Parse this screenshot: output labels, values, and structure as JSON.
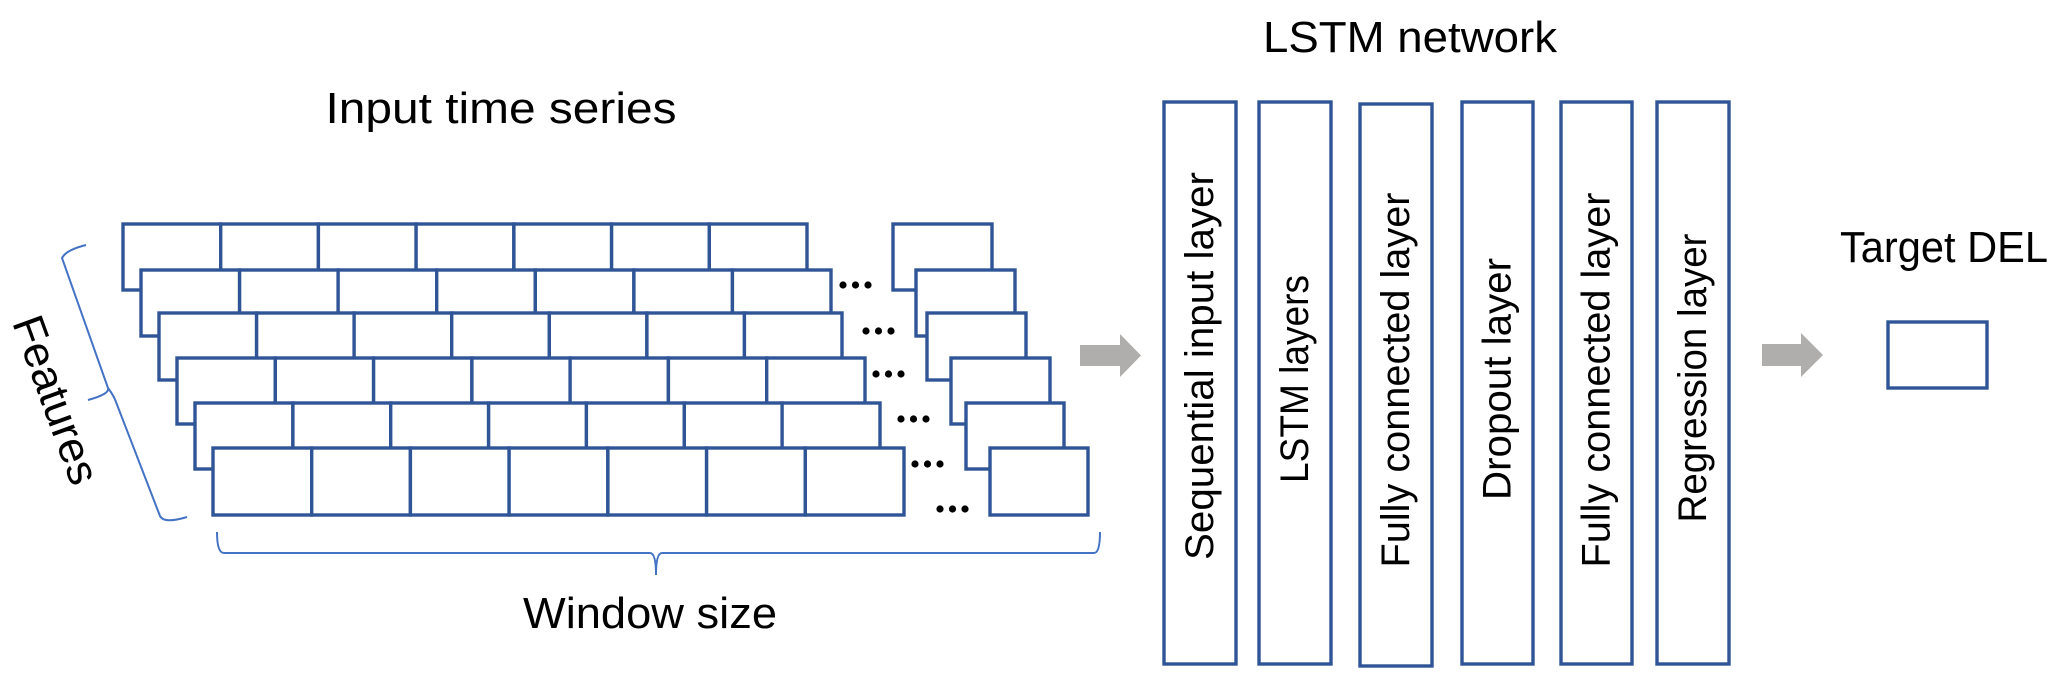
{
  "titles": {
    "input": "Input time series",
    "network": "LSTM network",
    "target": "Target DEL"
  },
  "axis_labels": {
    "features": "Features",
    "window": "Window size"
  },
  "input_grid": {
    "feature_rows_shown": 6,
    "time_steps_shown_per_row": 7,
    "trailing_step_per_row": 1,
    "ellipsis": "..."
  },
  "layers": [
    {
      "label": "Sequential input layer"
    },
    {
      "label": "LSTM layers"
    },
    {
      "label": "Fully connected layer"
    },
    {
      "label": "Dropout layer"
    },
    {
      "label": "Fully connected layer"
    },
    {
      "label": "Regression layer"
    }
  ],
  "colors": {
    "box_stroke": "#2f5597",
    "brace_stroke": "#4472c4",
    "arrow_fill": "#b0adad",
    "text": "#000000"
  }
}
